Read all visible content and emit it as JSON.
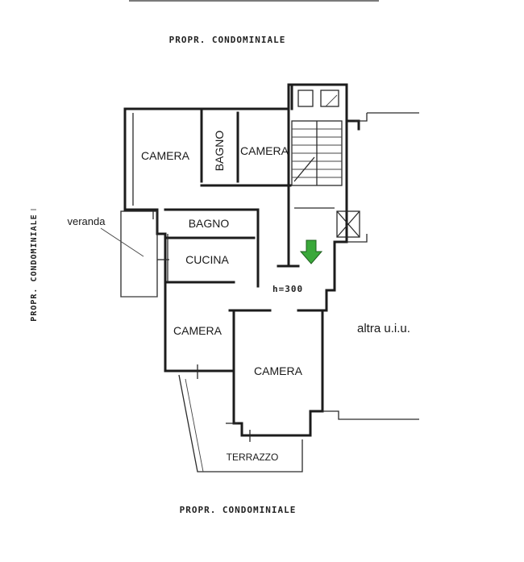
{
  "labels": {
    "top_neighbor": "PROPR. CONDOMINIALE",
    "bottom_neighbor": "PROPR. CONDOMINIALE",
    "left_neighbor": "PROPR. CONDOMINIALE",
    "other_unit": "altra u.i.u.",
    "height": "h=300"
  },
  "rooms": {
    "camera_top_left": "CAMERA",
    "bagno_top": "BAGNO",
    "camera_top_right": "CAMERA",
    "bagno_middle": "BAGNO",
    "cucina": "CUCINA",
    "veranda": "veranda",
    "camera_bottom_left": "CAMERA",
    "camera_bottom_right": "CAMERA",
    "terrazzo": "TERRAZZO"
  },
  "colors": {
    "entrance_arrow": "#3aa83a",
    "wall": "#1c1c1c"
  },
  "icons": {
    "entrance": "arrow-down-icon",
    "stairs": "stairs-icon",
    "elevator": "elevator-shaft-icon"
  }
}
